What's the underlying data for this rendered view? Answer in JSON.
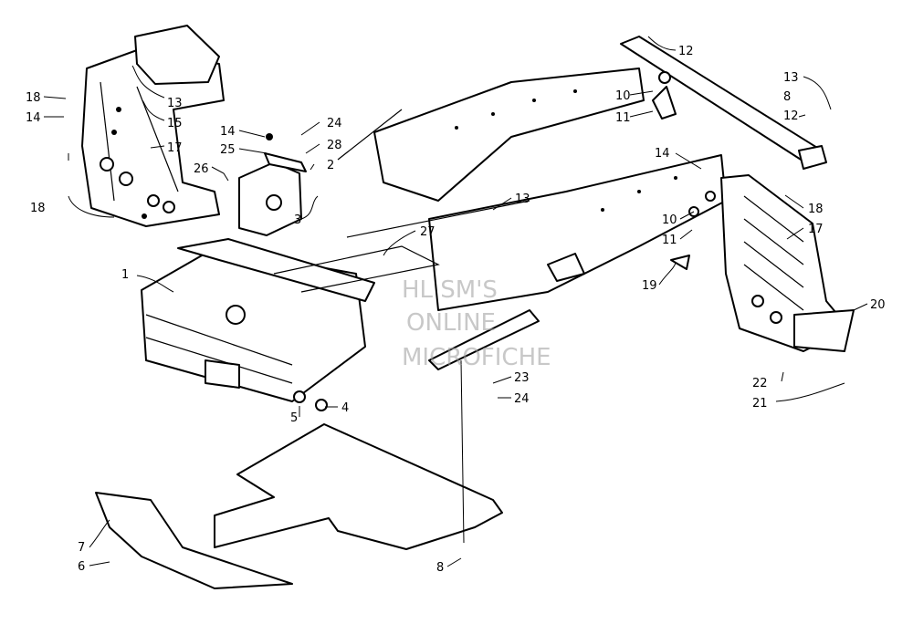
{
  "watermark": [
    "HL SM'S",
    "ONLINE",
    "MICROFICHE"
  ],
  "callouts": [
    "18",
    "14",
    "13",
    "15",
    "17",
    "18",
    "26",
    "14",
    "25",
    "24",
    "28",
    "2",
    "3",
    "13",
    "1",
    "27",
    "12",
    "10",
    "11",
    "13",
    "8",
    "12",
    "14",
    "10",
    "11",
    "19",
    "18",
    "17",
    "20",
    "22",
    "21",
    "23",
    "24",
    "4",
    "5",
    "7",
    "6",
    "8"
  ]
}
